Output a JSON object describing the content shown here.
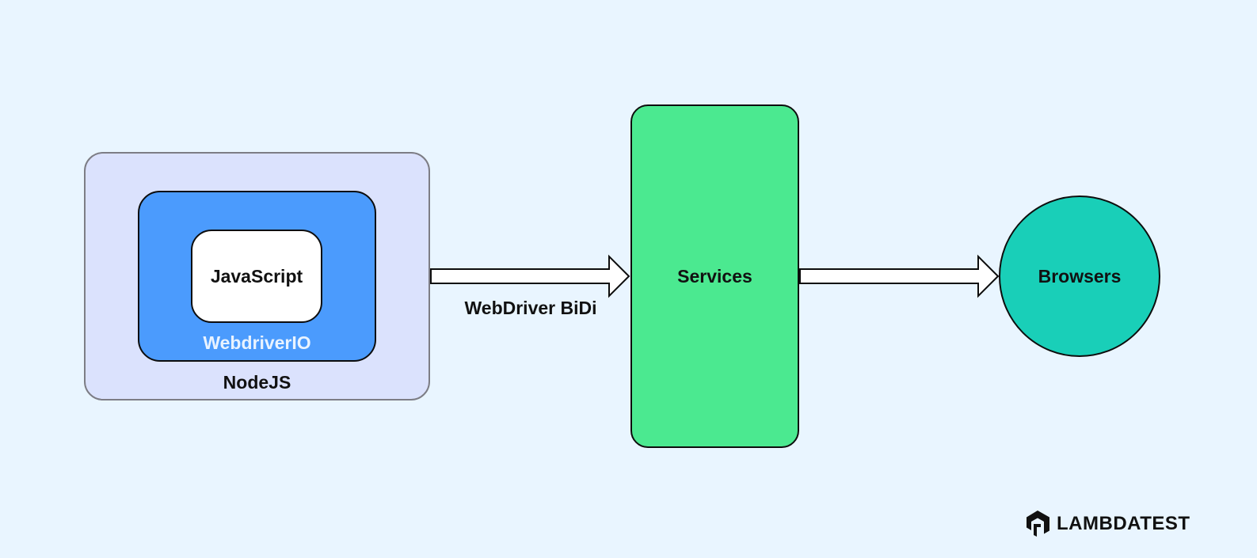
{
  "diagram": {
    "nodejs_label": "NodeJS",
    "webdriverio_label": "WebdriverIO",
    "javascript_label": "JavaScript",
    "services_label": "Services",
    "browsers_label": "Browsers",
    "connection_label": "WebDriver BiDi"
  },
  "brand": {
    "logo_text": "LAMBDATEST",
    "logo_icon": "lambdatest-logo-icon"
  },
  "colors": {
    "background": "#e9f5ff",
    "nodejs_fill": "#dbe2fd",
    "webdriverio_fill": "#4b9bfd",
    "javascript_fill": "#ffffff",
    "services_fill": "#4be990",
    "browsers_fill": "#19cfb8"
  }
}
